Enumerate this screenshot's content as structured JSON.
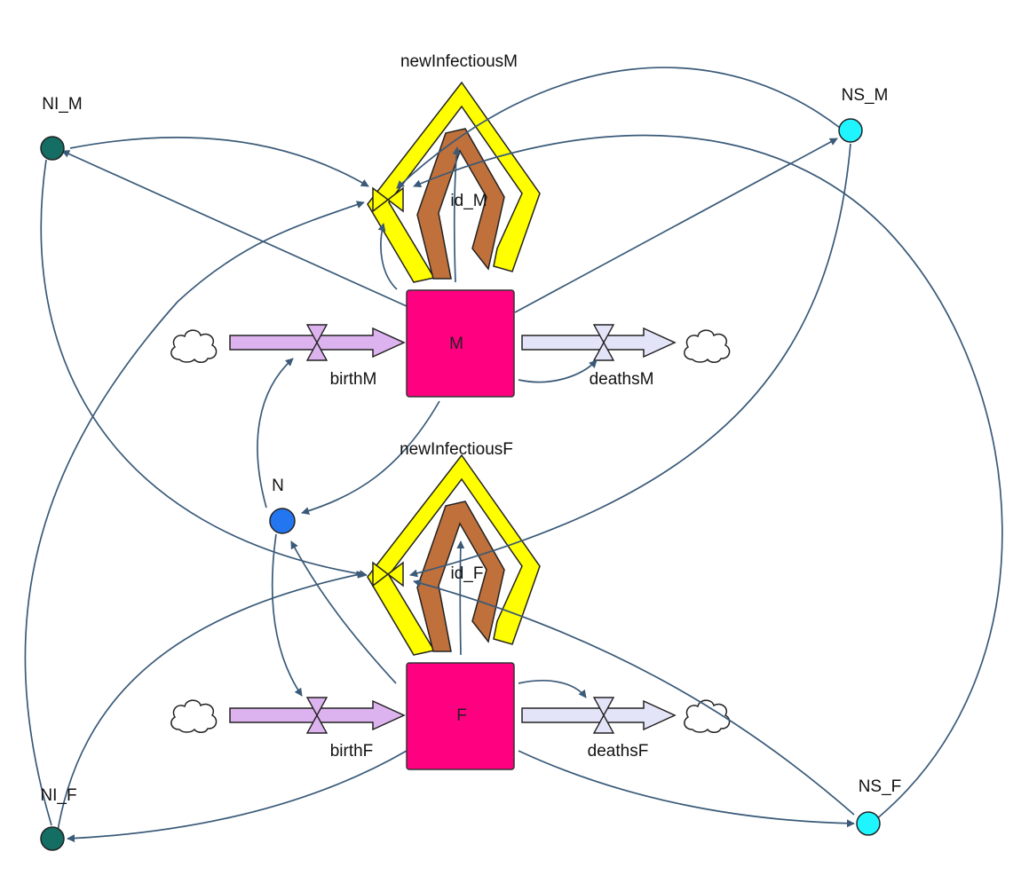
{
  "stocks": {
    "m": "M",
    "f": "F"
  },
  "flows": {
    "birth_m": "birthM",
    "deaths_m": "deathsM",
    "birth_f": "birthF",
    "deaths_f": "deathsF",
    "new_infectious_m": "newInfectiousM",
    "new_infectious_f": "newInfectiousF"
  },
  "variables": {
    "ni_m": "NI_M",
    "ns_m": "NS_M",
    "ni_f": "NI_F",
    "ns_f": "NS_F",
    "n": "N",
    "id_m": "id_M",
    "id_f": "id_F"
  },
  "colors": {
    "stock": "#ff0080",
    "birth_pipe": "#dcb3ee",
    "death_pipe": "#e4e4f8",
    "loop_yellow": "#ffff00",
    "loop_brown": "#c0703a",
    "link": "#3a5a78",
    "ni_node": "#146e64",
    "ns_node": "#1ff5ff",
    "n_node": "#2476f0"
  }
}
